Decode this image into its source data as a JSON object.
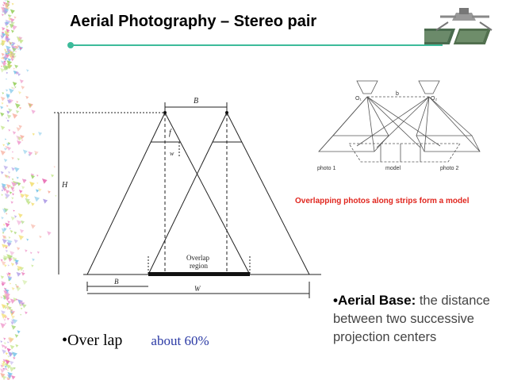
{
  "slide": {
    "title": "Aerial Photography – Stereo pair"
  },
  "left_diagram": {
    "labels": {
      "B_top": "B",
      "f": "f",
      "w": "w",
      "H": "H",
      "overlap_line1": "Overlap",
      "overlap_line2": "region",
      "B_bottom": "B",
      "W": "W"
    }
  },
  "right_diagram": {
    "labels": {
      "o1": "O₁",
      "b": "b",
      "o2": "O₂",
      "photo1": "photo 1",
      "model": "model",
      "photo2": "photo 2"
    },
    "caption": "Overlapping photos along strips form a model"
  },
  "overlap": {
    "label": "•Over lap",
    "value": "about 60%"
  },
  "aerial_base": {
    "term": "•Aerial Base:",
    "definition": "the distance between two successive projection centers"
  }
}
